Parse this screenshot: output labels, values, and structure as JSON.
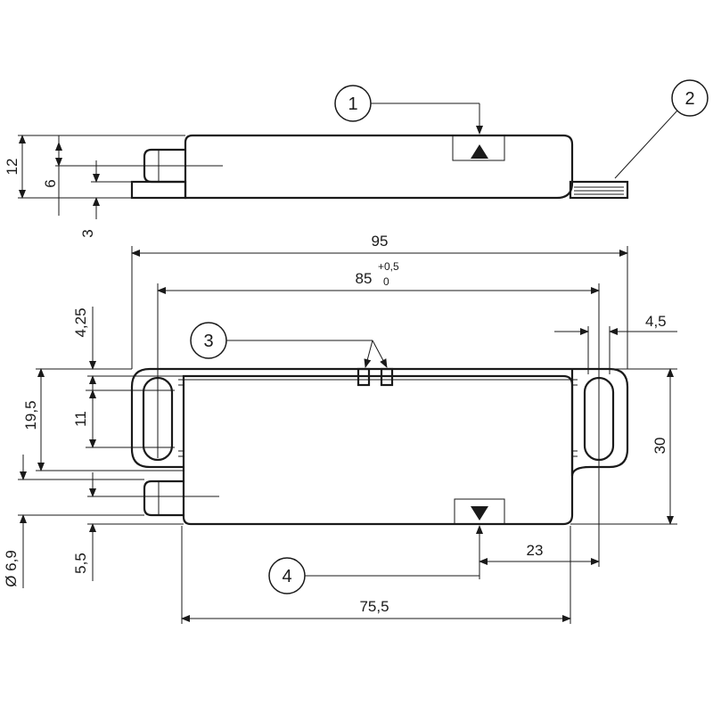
{
  "callouts": [
    "1",
    "2",
    "3",
    "4"
  ],
  "dimensions": {
    "height_total": "12",
    "height_center": "6",
    "flange_thickness": "3",
    "overall_length": "95",
    "hole_spacing": "85",
    "hole_spacing_tol_upper": "+0,5",
    "hole_spacing_tol_lower": "0",
    "top_offset": "4,25",
    "hole_width": "4,5",
    "hole_center_height": "19,5",
    "slot_length": "11",
    "body_width": "30",
    "tube_diameter": "Ø 6,9",
    "tube_offset": "5,5",
    "marker_offset": "23",
    "body_length": "75,5"
  }
}
